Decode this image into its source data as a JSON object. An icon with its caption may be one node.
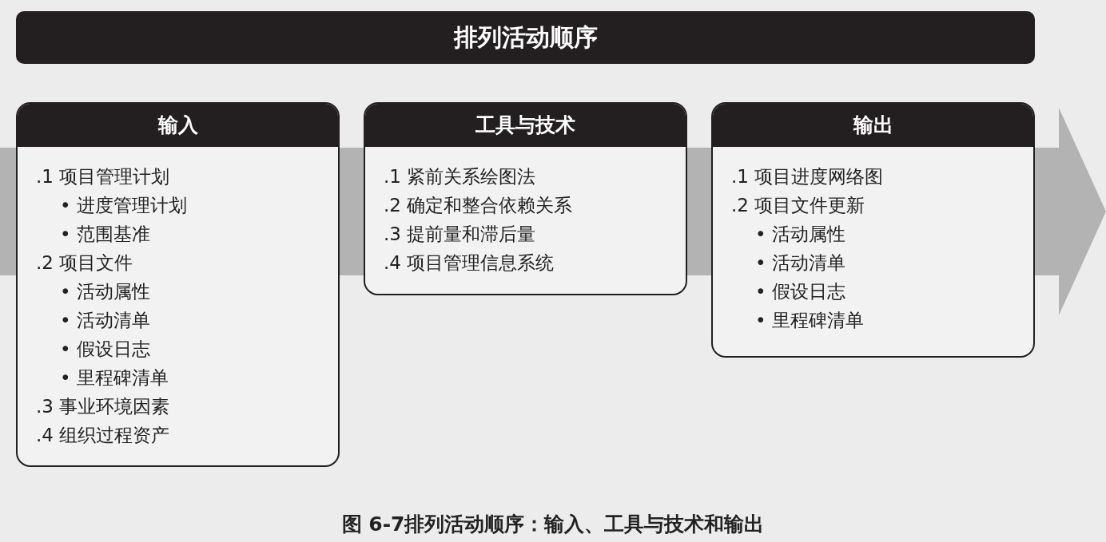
{
  "diagram": {
    "caption": "图 6-7排列活动顺序：输入、工具与技术和输出",
    "nodes": [
      {
        "text": [
          "排列活动顺序"
        ]
      },
      {
        "text": [
          "输入",
          ".1 项目管理计划",
          "• 进度管理计划",
          "• 范围基准",
          ".2 项目文件",
          "• 活动属性",
          "• 活动清单",
          "• 假设日志",
          "• 里程碑清单",
          ".3 事业环境因素",
          ".4 组织过程资产"
        ]
      },
      {
        "text": [
          "工具与技术",
          ".1 紧前关系绘图法",
          ".2 确定和整合依赖关系",
          ".3 提前量和滞后量",
          ".4 项目管理信息系统"
        ]
      },
      {
        "text": [
          "输出",
          ".1 项目进度网络图",
          ".2 项目文件更新",
          "• 活动属性",
          "• 活动清单",
          "• 假设日志",
          "• 里程碑清单"
        ]
      }
    ]
  }
}
